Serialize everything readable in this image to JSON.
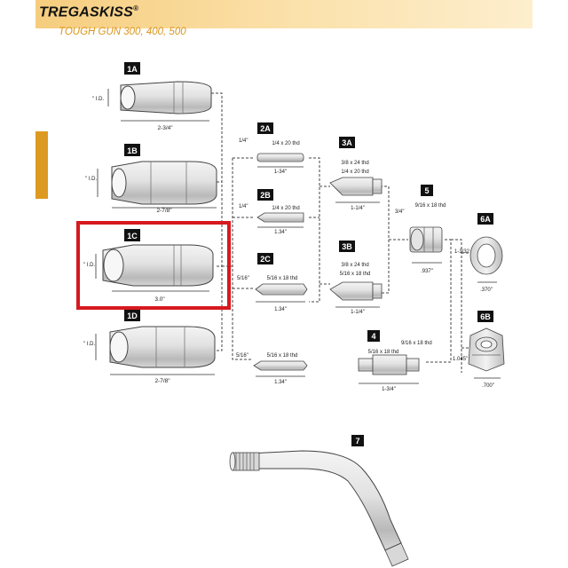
{
  "header": {
    "brand": "TREGASKISS",
    "brand_mark": "®",
    "subtitle": "TOUGH GUN 300, 400, 500"
  },
  "colors": {
    "accent": "#dd9a20",
    "header_bg": "#f6cd7e",
    "highlight": "#d7191f"
  },
  "parts": {
    "p1A": {
      "badge": "1A",
      "id_label": "\" I.D.",
      "length": "2-3/4\""
    },
    "p1B": {
      "badge": "1B",
      "id_label": "\" I.D.",
      "length": "2-7/8\""
    },
    "p1C": {
      "badge": "1C",
      "id_label": "\" I.D.",
      "length": "3.0\""
    },
    "p1D": {
      "badge": "1D",
      "id_label": "\" I.D.",
      "length": "2-7/8\""
    },
    "p2A": {
      "badge": "2A",
      "dia": "1/4\"",
      "thread": "1/4 x 20 thd",
      "length": "1-34\""
    },
    "p2B": {
      "badge": "2B",
      "dia": "1/4\"",
      "thread": "1/4 x 20 thd",
      "length": "1.34\""
    },
    "p2C": {
      "badge": "2C",
      "dia": "5/16\"",
      "thread": "5/16 x 18 thd",
      "length": "1.34\""
    },
    "p2D": {
      "dia": "5/16\"",
      "thread": "5/16 x 18 thd",
      "length": "1.34\""
    },
    "p3A": {
      "badge": "3A",
      "thread1": "3/8 x 24 thd",
      "thread2": "1/4 x 20 thd",
      "length": "1-1/4\""
    },
    "p3B": {
      "badge": "3B",
      "thread1": "3/8 x 24 thd",
      "thread2": "5/16 x 18 thd",
      "length": "1-1/4\""
    },
    "p4": {
      "badge": "4",
      "thread1": "9/16 x 18 thd",
      "thread2": "5/16 x 18 thd",
      "length": "1-3/4\""
    },
    "p5": {
      "badge": "5",
      "thread": "9/16 x 18 thd",
      "dia": "3/4\"",
      "width": ".937\""
    },
    "p6A": {
      "badge": "6A",
      "height": "1-3/32",
      "width": ".370\""
    },
    "p6B": {
      "badge": "6B",
      "height": "1.045\"",
      "width": ".700\""
    },
    "p7": {
      "badge": "7"
    }
  }
}
